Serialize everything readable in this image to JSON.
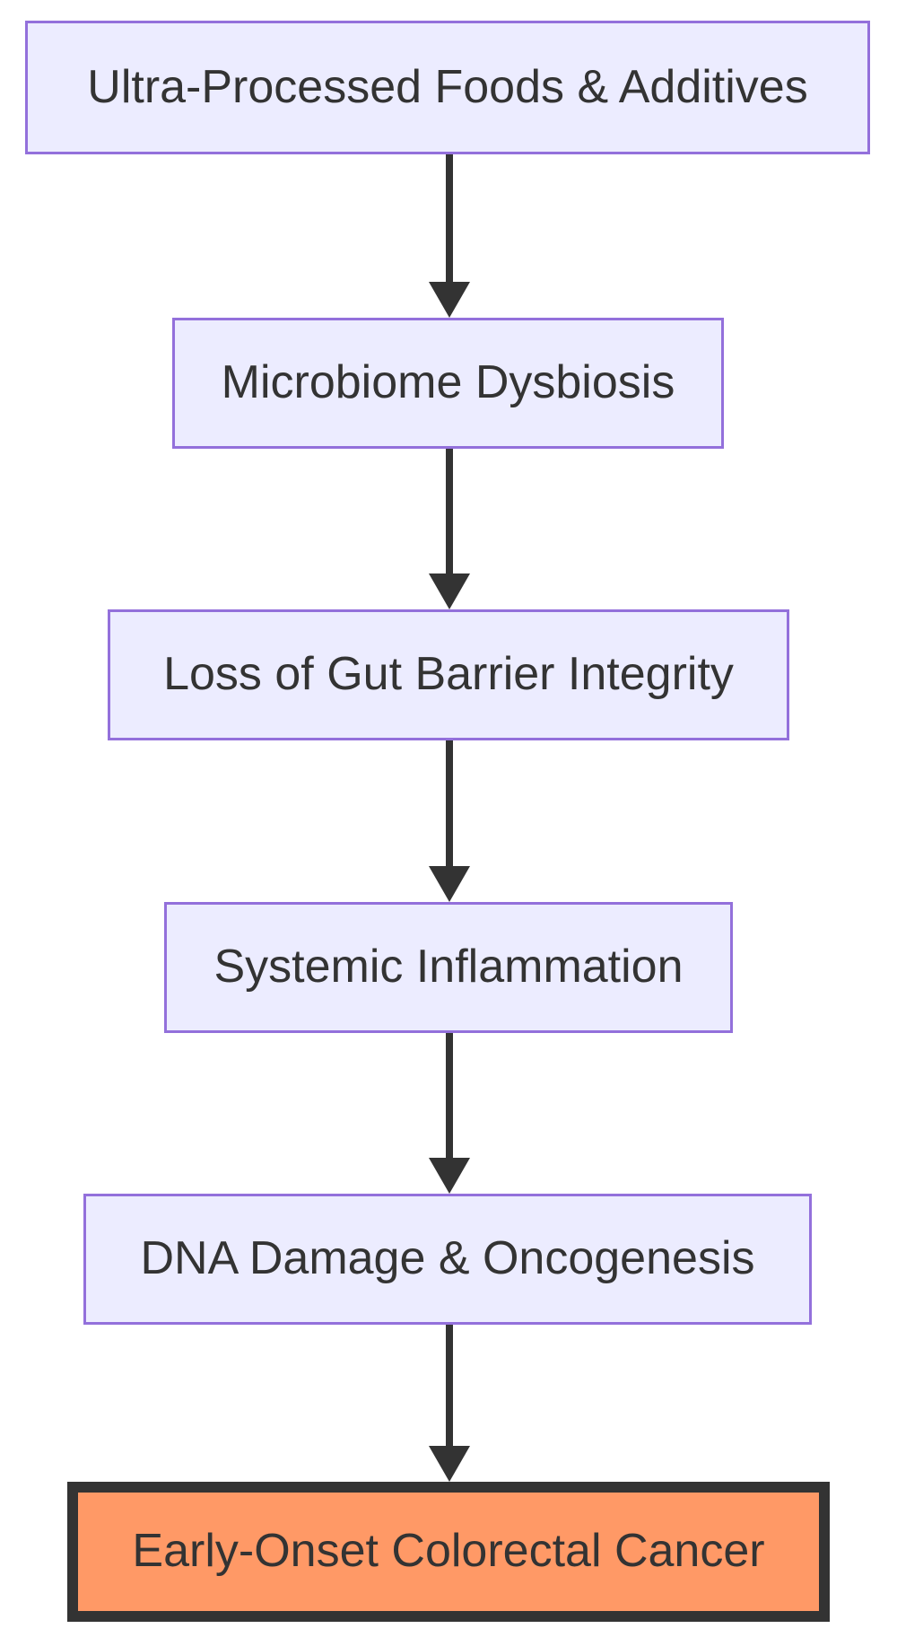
{
  "flowchart": {
    "type": "flowchart",
    "direction": "top-down",
    "background_color": "#ffffff",
    "text_color": "#333333",
    "arrow_color": "#333333",
    "nodes": [
      {
        "id": "n1",
        "label": "Ultra-Processed Foods & Additives",
        "kind": "stage",
        "fill": "#ECECFF",
        "border_color": "#9370DB"
      },
      {
        "id": "n2",
        "label": "Microbiome Dysbiosis",
        "kind": "stage",
        "fill": "#ECECFF",
        "border_color": "#9370DB"
      },
      {
        "id": "n3",
        "label": "Loss of Gut Barrier Integrity",
        "kind": "stage",
        "fill": "#ECECFF",
        "border_color": "#9370DB"
      },
      {
        "id": "n4",
        "label": "Systemic Inflammation",
        "kind": "stage",
        "fill": "#ECECFF",
        "border_color": "#9370DB"
      },
      {
        "id": "n5",
        "label": "DNA Damage & Oncogenesis",
        "kind": "stage",
        "fill": "#ECECFF",
        "border_color": "#9370DB"
      },
      {
        "id": "n6",
        "label": "Early-Onset Colorectal Cancer",
        "kind": "outcome",
        "fill": "#FF9966",
        "border_color": "#333333"
      }
    ],
    "edges": [
      {
        "from": "n1",
        "to": "n2",
        "style": "solid-arrow"
      },
      {
        "from": "n2",
        "to": "n3",
        "style": "solid-arrow"
      },
      {
        "from": "n3",
        "to": "n4",
        "style": "solid-arrow"
      },
      {
        "from": "n4",
        "to": "n5",
        "style": "solid-arrow"
      },
      {
        "from": "n5",
        "to": "n6",
        "style": "solid-arrow"
      }
    ]
  }
}
